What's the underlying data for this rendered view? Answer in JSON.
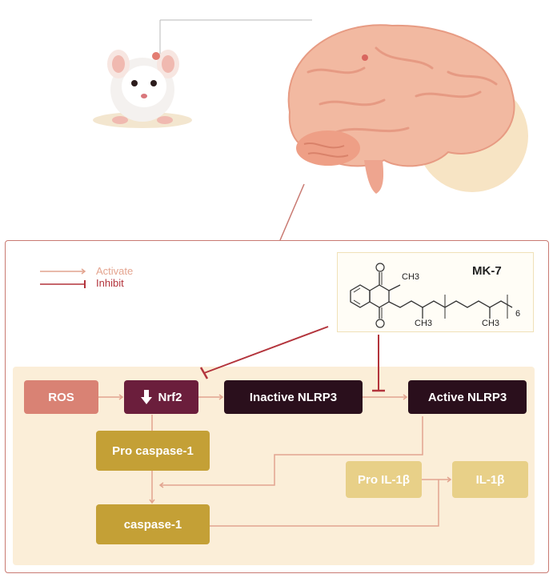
{
  "legend": {
    "activate_label": "Activate",
    "inhibit_label": "Inhibit"
  },
  "compound": {
    "name": "MK-7",
    "methyl_top": "CH3",
    "methyl_bottom_1": "CH3",
    "methyl_bottom_2": "CH3",
    "repeat_subscript": "6"
  },
  "nodes": {
    "ros": "ROS",
    "nrf2": "Nrf2",
    "inactive_nlrp3": "Inactive NLRP3",
    "active_nlrp3": "Active NLRP3",
    "pro_caspase1": "Pro caspase-1",
    "caspase1": "caspase-1",
    "pro_il1b": "Pro IL-1β",
    "il1b": "IL-1β"
  },
  "colors": {
    "activate_line": "#e2a48f",
    "inhibit_line": "#b3343c",
    "ros": "#d98274",
    "nrf2": "#6b1e3c",
    "nlrp3": "#2a0f1c",
    "caspase": "#c4a036",
    "il1b": "#e8d088",
    "panel_bg": "#fbeed8",
    "panel_border": "#c97a72",
    "brain": "#f2b9a1"
  }
}
